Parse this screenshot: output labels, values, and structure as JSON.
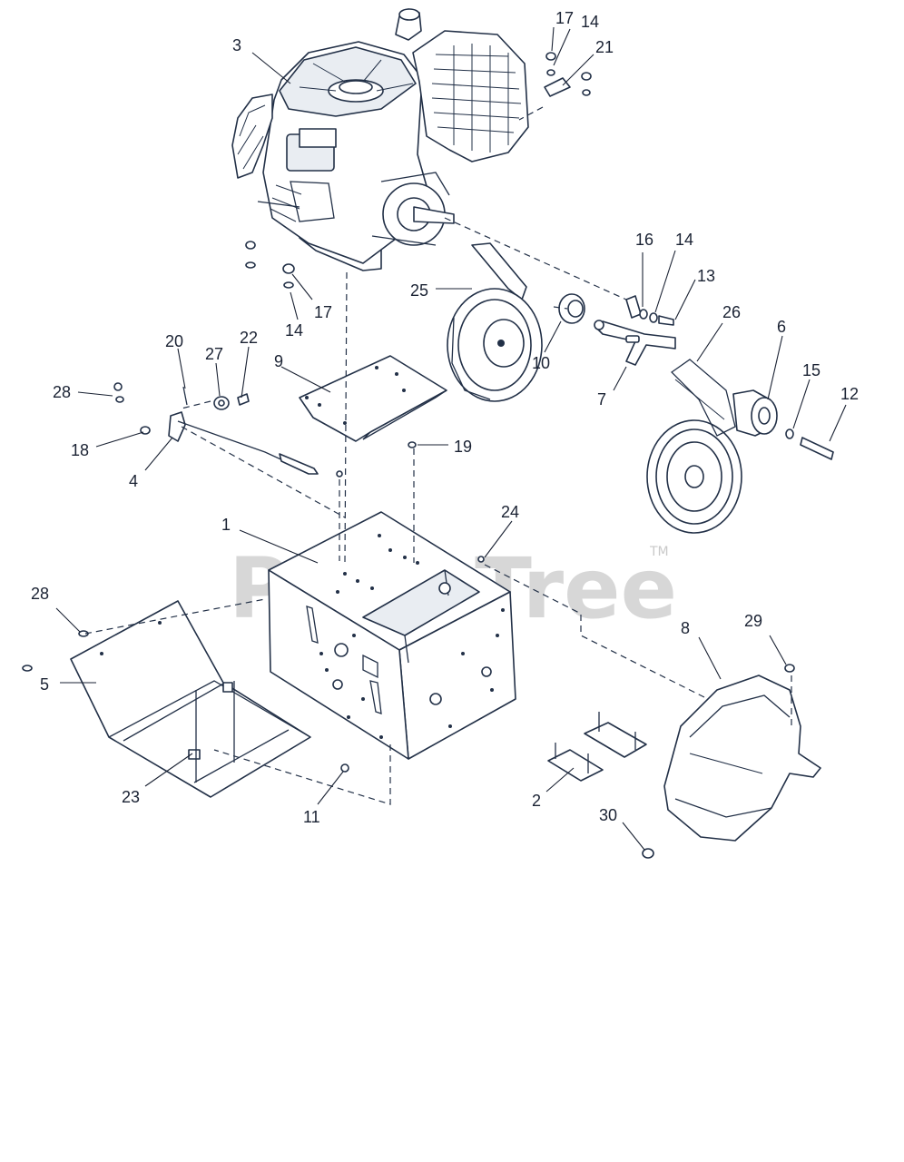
{
  "watermark": {
    "text": "PartsTree",
    "trademark": "TM"
  },
  "callouts": [
    {
      "id": "c3",
      "label": "3"
    },
    {
      "id": "c17a",
      "label": "17"
    },
    {
      "id": "c14a",
      "label": "14"
    },
    {
      "id": "c21",
      "label": "21"
    },
    {
      "id": "c25",
      "label": "25"
    },
    {
      "id": "c16",
      "label": "16"
    },
    {
      "id": "c14b",
      "label": "14"
    },
    {
      "id": "c13",
      "label": "13"
    },
    {
      "id": "c26",
      "label": "26"
    },
    {
      "id": "c6",
      "label": "6"
    },
    {
      "id": "c17b",
      "label": "17"
    },
    {
      "id": "c14c",
      "label": "14"
    },
    {
      "id": "c10",
      "label": "10"
    },
    {
      "id": "c7",
      "label": "7"
    },
    {
      "id": "c15",
      "label": "15"
    },
    {
      "id": "c12",
      "label": "12"
    },
    {
      "id": "c20",
      "label": "20"
    },
    {
      "id": "c27",
      "label": "27"
    },
    {
      "id": "c22",
      "label": "22"
    },
    {
      "id": "c9",
      "label": "9"
    },
    {
      "id": "c28a",
      "label": "28"
    },
    {
      "id": "c18",
      "label": "18"
    },
    {
      "id": "c4",
      "label": "4"
    },
    {
      "id": "c19",
      "label": "19"
    },
    {
      "id": "c24",
      "label": "24"
    },
    {
      "id": "c1",
      "label": "1"
    },
    {
      "id": "c28b",
      "label": "28"
    },
    {
      "id": "c5",
      "label": "5"
    },
    {
      "id": "c8",
      "label": "8"
    },
    {
      "id": "c29",
      "label": "29"
    },
    {
      "id": "c23",
      "label": "23"
    },
    {
      "id": "c11",
      "label": "11"
    },
    {
      "id": "c2",
      "label": "2"
    },
    {
      "id": "c30",
      "label": "30"
    }
  ]
}
